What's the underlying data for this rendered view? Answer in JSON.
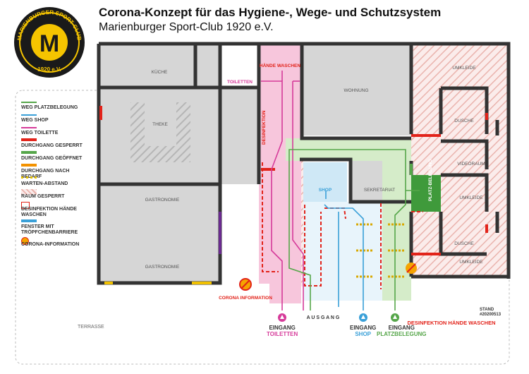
{
  "header": {
    "title": "Corona-Konzept für das Hygiene-, Wege- und Schutzsystem",
    "subtitle": "Marienburger Sport-Club 1920 e.V."
  },
  "logo": {
    "letter": "M",
    "text": "MARIENBURGER SPORT-CLUB",
    "year": "1920 e.V."
  },
  "legend": [
    {
      "label": "WEG PLATZBELEGUNG",
      "color": "#56a64a",
      "kind": "line"
    },
    {
      "label": "WEG SHOP",
      "color": "#3aa0d8",
      "kind": "line"
    },
    {
      "label": "WEG TOILETTE",
      "color": "#d63b9a",
      "kind": "line"
    },
    {
      "label": "DURCHGANG GESPERRT",
      "color": "#e2231a",
      "kind": "bar"
    },
    {
      "label": "DURCHGANG GEÖFFNET",
      "color": "#56a64a",
      "kind": "bar"
    },
    {
      "label": "DURCHGANG NACH BEDARF",
      "color": "#f39200",
      "kind": "bar"
    },
    {
      "label": "WARTEN-ABSTAND",
      "color": "#e5c100",
      "kind": "dash"
    },
    {
      "label": "RAUM GESPERRT",
      "color": "#e6a09a",
      "kind": "hatch"
    },
    {
      "label": "DESINFEKTION HÄNDE WASCHEN",
      "color": "#e2231a",
      "kind": "icon"
    },
    {
      "label": "FENSTER MIT TRÖPFCHENBARRIERE",
      "color": "#3aa0d8",
      "kind": "bar"
    },
    {
      "label": "CORONA-INFORMATION",
      "color": "#e2231a",
      "kind": "virus"
    }
  ],
  "rooms": {
    "kueche": "KÜCHE",
    "theke": "THEKE",
    "gastro1": "GASTRONOMIE",
    "gastro2": "GASTRONOMIE",
    "toiletten": "TOILETTEN",
    "haende": "HÄNDE WASCHEN",
    "wohnung": "WOHNUNG",
    "umkleide1": "UMKLEIDE",
    "umkleide2": "UMKLEIDE",
    "umkleide3": "UMKLEIDE",
    "dusche1": "DUSCHE",
    "dusche2": "DUSCHE",
    "videoraum": "VIDEORAUM",
    "shop": "SHOP",
    "sekretariat": "SEKRETARIAT",
    "platz": "PLATZ-BELEGUNG",
    "desinfektion": "DESINFEKTION",
    "terrasse": "TERRASSE",
    "corona_info": "CORONA INFORMATION",
    "ausgang": "A U S G A N G",
    "desinf_bottom": "DESINFEKTION HÄNDE WASCHEN"
  },
  "entries": [
    {
      "title": "EINGANG",
      "sub": "TOILETTEN",
      "color": "#d63b9a"
    },
    {
      "title": "EINGANG",
      "sub": "SHOP",
      "color": "#3aa0d8"
    },
    {
      "title": "EINGANG",
      "sub": "PLATZBELEGUNG",
      "color": "#56a64a"
    }
  ],
  "stand": {
    "label": "STAND",
    "date": "#20200513"
  },
  "colors": {
    "wall": "#333333",
    "floor": "#d6d6d6",
    "pink_zone": "#f7c6dc",
    "blue_zone": "#cfe8f6",
    "green_zone": "#d5ecc9",
    "blocked": "#e2231a",
    "open": "#56a64a"
  }
}
